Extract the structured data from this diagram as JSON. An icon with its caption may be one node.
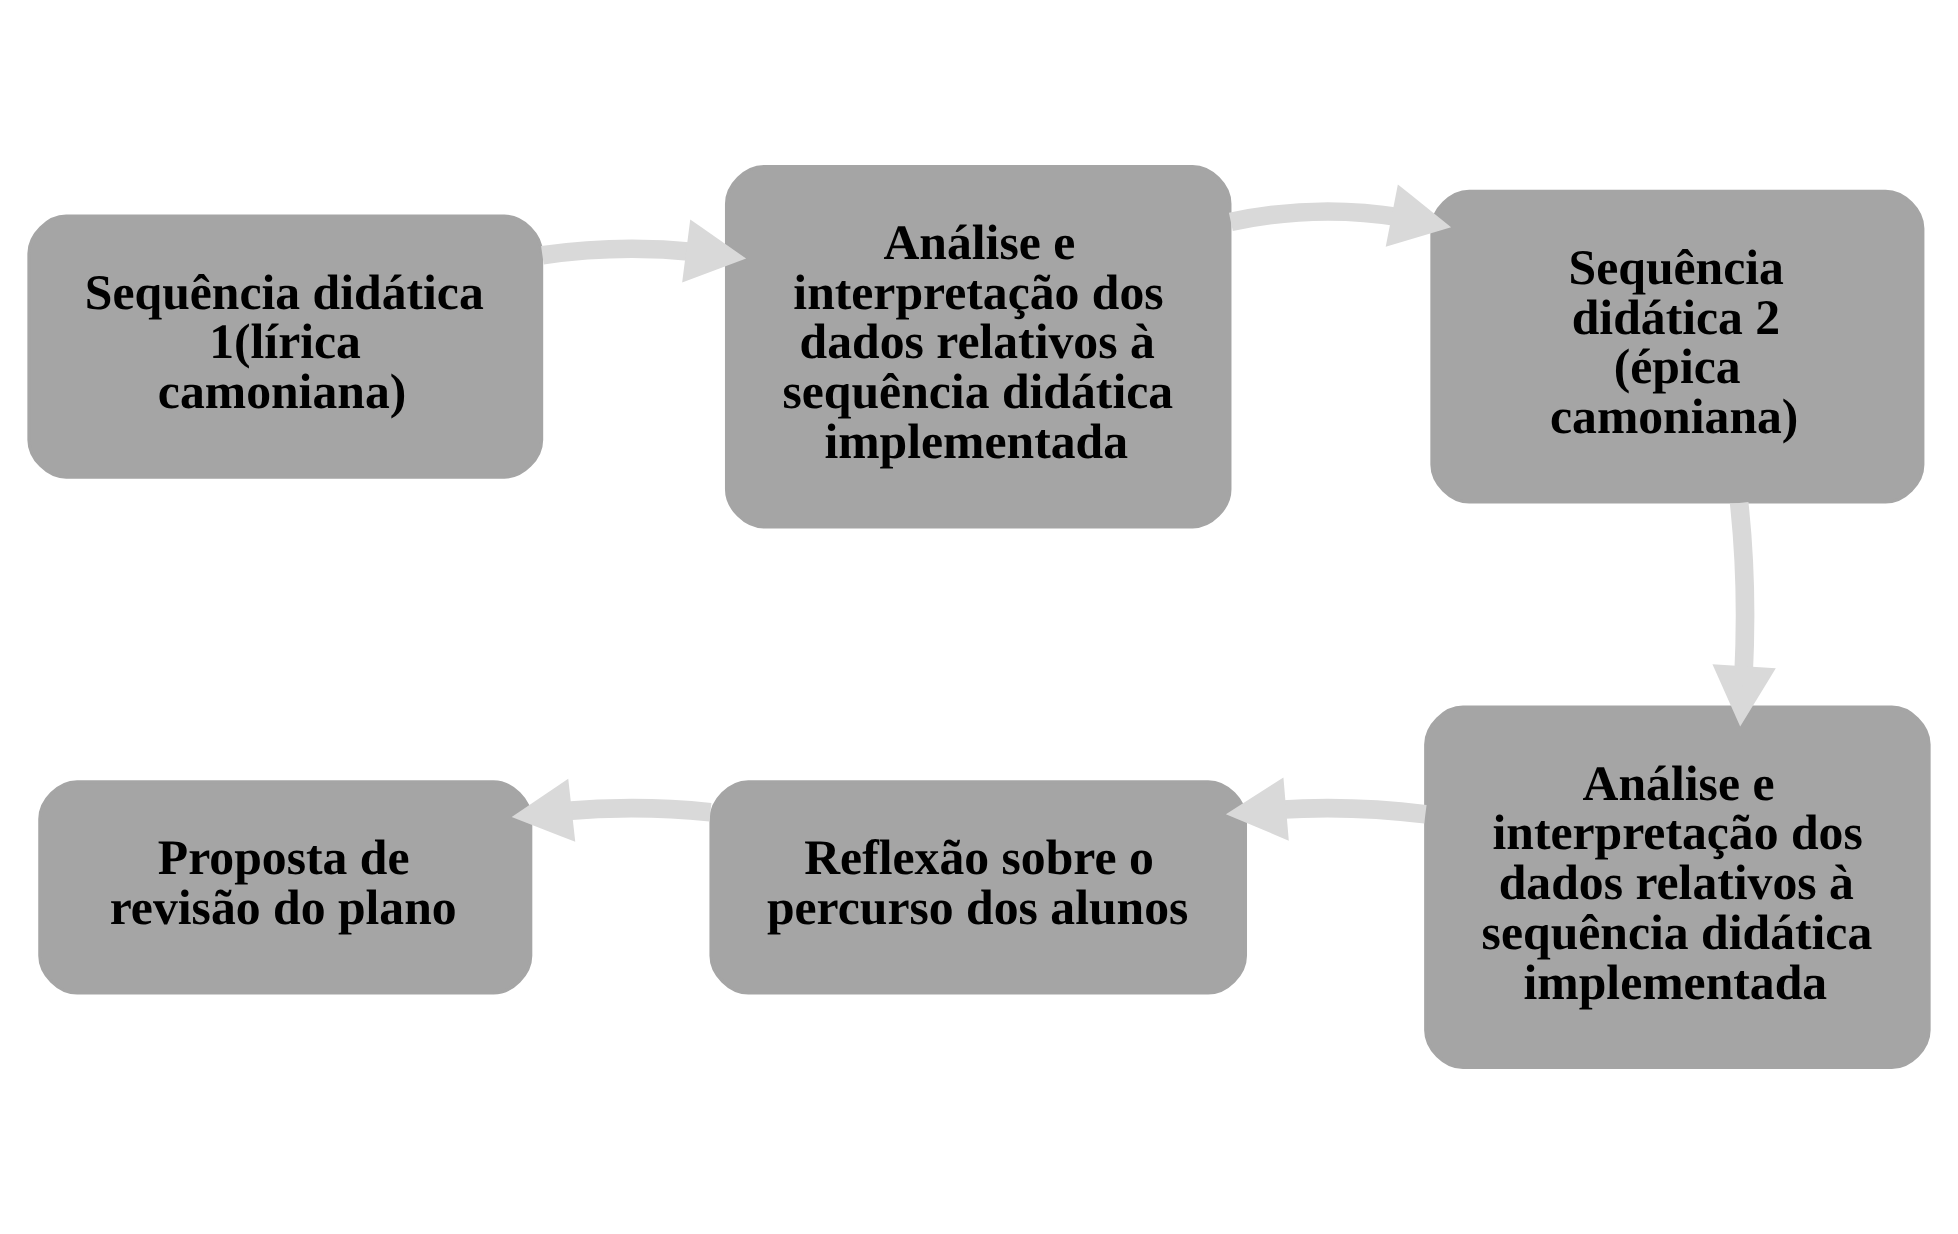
{
  "diagram": {
    "nodes": [
      {
        "text": [
          "Sequência didática 1(lírica camoniana)"
        ]
      },
      {
        "text": [
          "Análise e interpretação dos dados relativos à sequência didática implementada"
        ]
      },
      {
        "text": [
          "Sequência didática 2 (épica camoniana)"
        ]
      },
      {
        "text": [
          "Análise e interpretação dos dados relativos à sequência didática implementada"
        ]
      },
      {
        "text": [
          "Reflexão sobre o percurso dos alunos"
        ]
      },
      {
        "text": [
          "Proposta de revisão do plano"
        ]
      }
    ],
    "edges": [
      {
        "from": 0,
        "to": 1,
        "arrow": "to"
      },
      {
        "from": 1,
        "to": 2,
        "arrow": "to"
      },
      {
        "from": 2,
        "to": 3,
        "arrow": "to"
      },
      {
        "from": 3,
        "to": 4,
        "arrow": "to"
      },
      {
        "from": 4,
        "to": 5,
        "arrow": "to"
      }
    ]
  }
}
